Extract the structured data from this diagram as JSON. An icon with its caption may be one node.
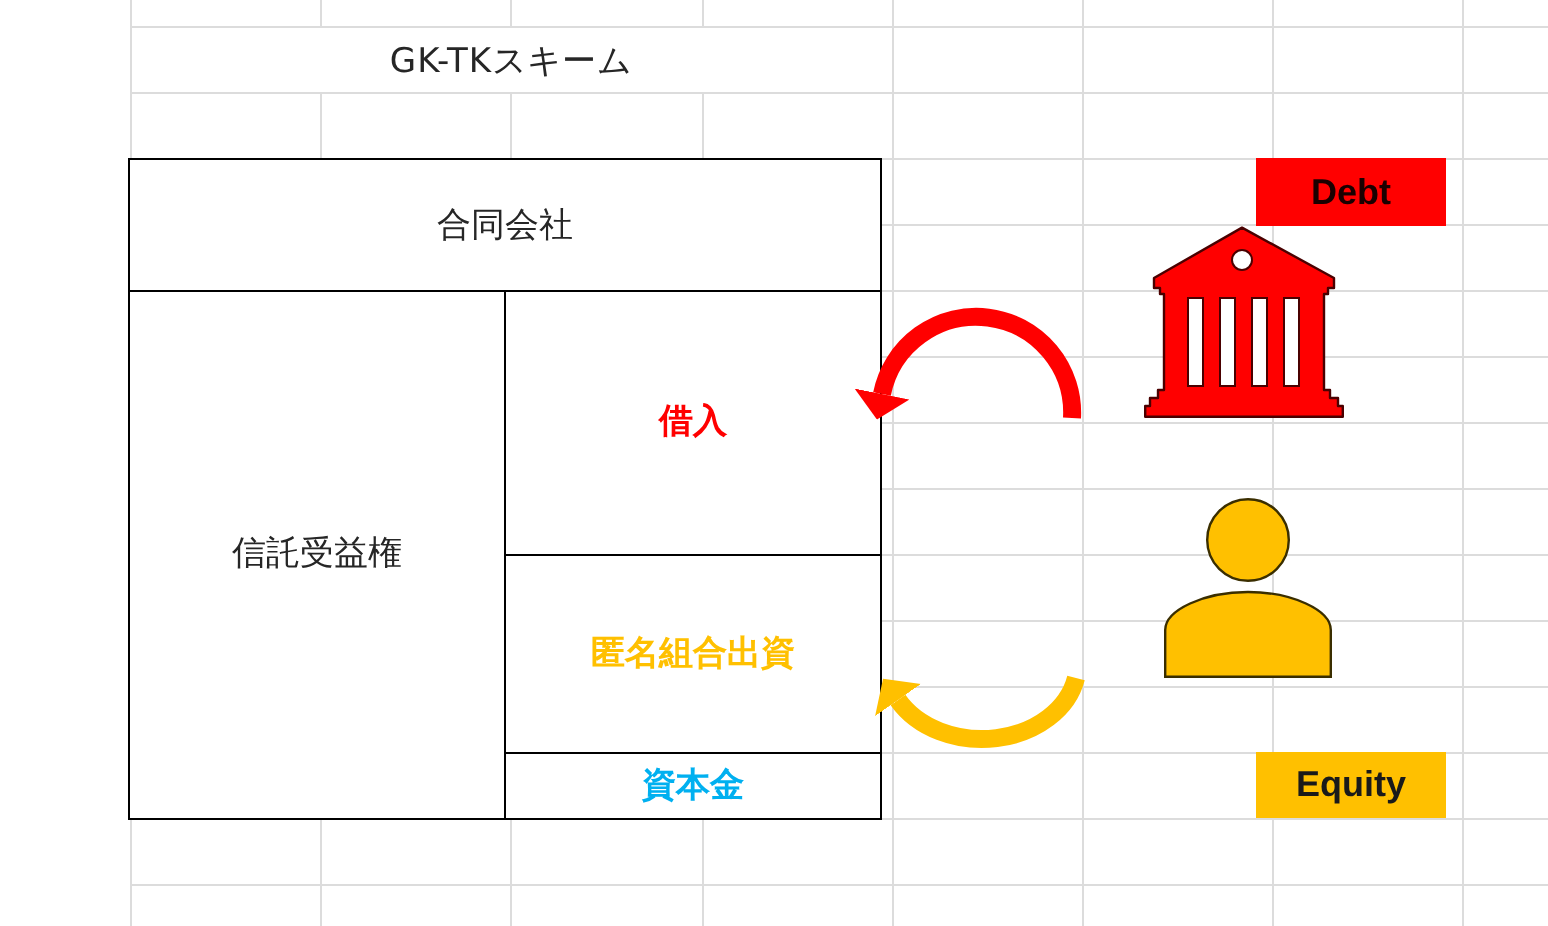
{
  "diagram": {
    "title": "GK-TKスキーム",
    "nodes": [
      {
        "text": [
          "合同会社"
        ]
      },
      {
        "text": [
          "信託受益権"
        ],
        "in": 0
      },
      {
        "text": [
          "借入"
        ],
        "in": 0
      },
      {
        "text": [
          "匿名組合出資"
        ],
        "in": 0
      },
      {
        "text": [
          "資本金"
        ],
        "in": 0
      },
      {
        "text": [
          "Debt"
        ]
      },
      {
        "text": [],
        "shape": "picture"
      },
      {
        "text": [],
        "shape": "person"
      },
      {
        "text": [
          "Equity"
        ]
      }
    ],
    "edges": [
      {
        "from": 6,
        "to": 2,
        "arrow": "to",
        "color": "#ff0000"
      },
      {
        "from": 7,
        "to": 3,
        "arrow": "to",
        "color": "#ffc000"
      }
    ]
  }
}
